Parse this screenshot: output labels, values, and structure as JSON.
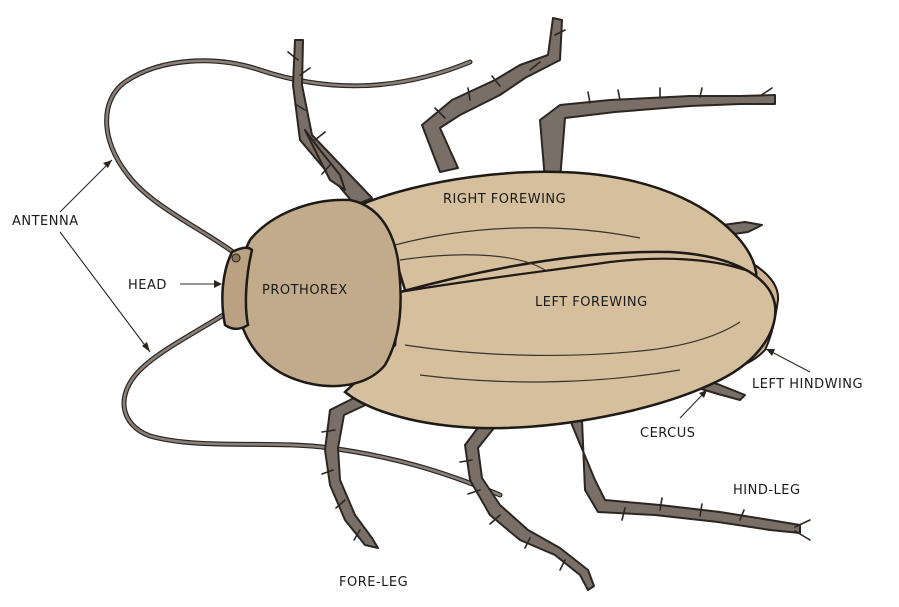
{
  "diagram": {
    "labels": {
      "antenna": "ANTENNA",
      "head": "HEAD",
      "prothorex": "PROTHOREX",
      "right_forewing": "RIGHT FOREWING",
      "left_forewing": "LEFT FOREWING",
      "left_hindwing": "LEFT HINDWING",
      "cercus": "CERCUS",
      "hind_leg": "HIND-LEG",
      "fore_leg": "FORE-LEG"
    },
    "colors": {
      "body": "#d6bf9c",
      "body_outline": "#1e1a17",
      "prothorax": "#c2ab8a",
      "legs": "#7a6f66",
      "line": "#2b2622"
    }
  }
}
